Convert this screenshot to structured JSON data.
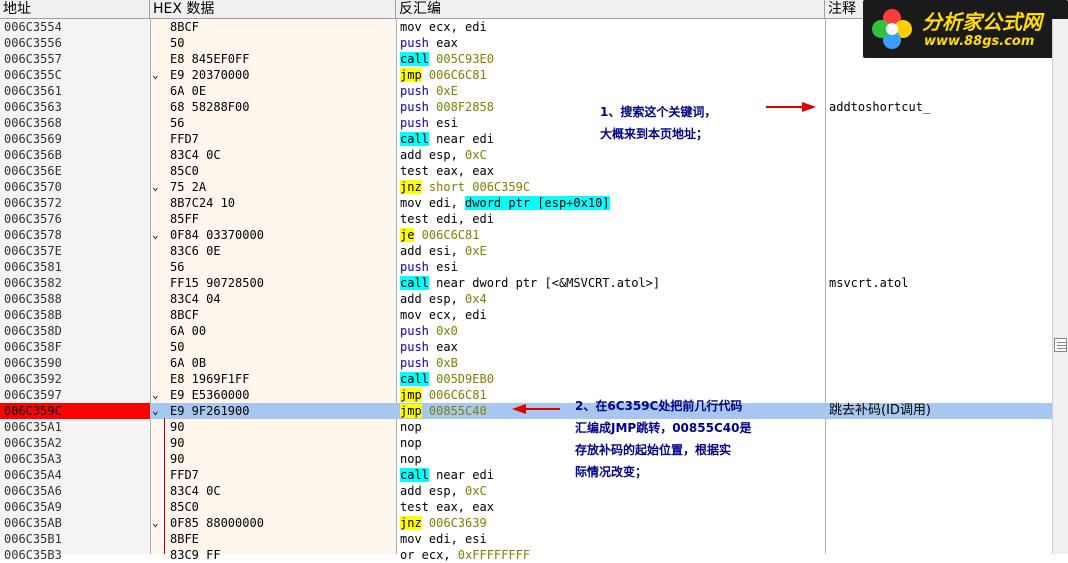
{
  "header": {
    "addr": "地址",
    "hex": "HEX 数据",
    "dis": "反汇编",
    "cmt": "注释"
  },
  "logo": {
    "title": "分析家公式网",
    "url": "www.88gs.com"
  },
  "rows": [
    {
      "addr": "006C3554",
      "arrow": "",
      "hex": "8BCF",
      "dis": [
        [
          "mov ecx, edi",
          ""
        ]
      ],
      "cmt": ""
    },
    {
      "addr": "006C3556",
      "arrow": "",
      "hex": "50",
      "dis": [
        [
          "push",
          "push"
        ],
        [
          " eax",
          ""
        ]
      ],
      "cmt": ""
    },
    {
      "addr": "006C3557",
      "arrow": "",
      "hex": "E8 845EF0FF",
      "dis": [
        [
          "call",
          "call"
        ],
        [
          " 005C93E0",
          "num"
        ]
      ],
      "cmt": ""
    },
    {
      "addr": "006C355C",
      "arrow": "⌄",
      "hex": "E9 20370000",
      "dis": [
        [
          "jmp",
          "jmp"
        ],
        [
          " 006C6C81",
          "num"
        ]
      ],
      "cmt": ""
    },
    {
      "addr": "006C3561",
      "arrow": "",
      "hex": "6A 0E",
      "dis": [
        [
          "push",
          "push"
        ],
        [
          " ",
          ""
        ],
        [
          "0xE",
          "imm"
        ]
      ],
      "cmt": ""
    },
    {
      "addr": "006C3563",
      "arrow": "",
      "hex": "68 58288F00",
      "dis": [
        [
          "push",
          "push"
        ],
        [
          " ",
          ""
        ],
        [
          "008F2858",
          "imm"
        ]
      ],
      "cmt": "addtoshortcut_"
    },
    {
      "addr": "006C3568",
      "arrow": "",
      "hex": "56",
      "dis": [
        [
          "push",
          "push"
        ],
        [
          " esi",
          ""
        ]
      ],
      "cmt": ""
    },
    {
      "addr": "006C3569",
      "arrow": "",
      "hex": "FFD7",
      "dis": [
        [
          "call",
          "call"
        ],
        [
          " near edi",
          ""
        ]
      ],
      "cmt": ""
    },
    {
      "addr": "006C356B",
      "arrow": "",
      "hex": "83C4 0C",
      "dis": [
        [
          "add esp, ",
          ""
        ],
        [
          "0xC",
          "imm"
        ]
      ],
      "cmt": ""
    },
    {
      "addr": "006C356E",
      "arrow": "",
      "hex": "85C0",
      "dis": [
        [
          "test eax, eax",
          ""
        ]
      ],
      "cmt": ""
    },
    {
      "addr": "006C3570",
      "arrow": "⌄",
      "hex": "75 2A",
      "dis": [
        [
          "jnz",
          "jmp"
        ],
        [
          " short 006C359C",
          "num"
        ]
      ],
      "cmt": ""
    },
    {
      "addr": "006C3572",
      "arrow": "",
      "hex": "8B7C24 10",
      "dis": [
        [
          "mov edi, ",
          ""
        ],
        [
          "dword ptr [esp+0x10]",
          "mem"
        ]
      ],
      "cmt": ""
    },
    {
      "addr": "006C3576",
      "arrow": "",
      "hex": "85FF",
      "dis": [
        [
          "test edi, edi",
          ""
        ]
      ],
      "cmt": ""
    },
    {
      "addr": "006C3578",
      "arrow": "⌄",
      "hex": "0F84 03370000",
      "dis": [
        [
          "je",
          "jmp"
        ],
        [
          " 006C6C81",
          "num"
        ]
      ],
      "cmt": ""
    },
    {
      "addr": "006C357E",
      "arrow": "",
      "hex": "83C6 0E",
      "dis": [
        [
          "add esi, ",
          ""
        ],
        [
          "0xE",
          "imm"
        ]
      ],
      "cmt": ""
    },
    {
      "addr": "006C3581",
      "arrow": "",
      "hex": "56",
      "dis": [
        [
          "push",
          "push"
        ],
        [
          " esi",
          ""
        ]
      ],
      "cmt": ""
    },
    {
      "addr": "006C3582",
      "arrow": "",
      "hex": "FF15 90728500",
      "dis": [
        [
          "call",
          "call"
        ],
        [
          " near dword ptr [<&MSVCRT.atol>]",
          ""
        ]
      ],
      "cmt": "msvcrt.atol"
    },
    {
      "addr": "006C3588",
      "arrow": "",
      "hex": "83C4 04",
      "dis": [
        [
          "add esp, ",
          ""
        ],
        [
          "0x4",
          "imm"
        ]
      ],
      "cmt": ""
    },
    {
      "addr": "006C358B",
      "arrow": "",
      "hex": "8BCF",
      "dis": [
        [
          "mov ecx, edi",
          ""
        ]
      ],
      "cmt": ""
    },
    {
      "addr": "006C358D",
      "arrow": "",
      "hex": "6A 00",
      "dis": [
        [
          "push",
          "push"
        ],
        [
          " ",
          ""
        ],
        [
          "0x0",
          "imm"
        ]
      ],
      "cmt": ""
    },
    {
      "addr": "006C358F",
      "arrow": "",
      "hex": "50",
      "dis": [
        [
          "push",
          "push"
        ],
        [
          " eax",
          ""
        ]
      ],
      "cmt": ""
    },
    {
      "addr": "006C3590",
      "arrow": "",
      "hex": "6A 0B",
      "dis": [
        [
          "push",
          "push"
        ],
        [
          " ",
          ""
        ],
        [
          "0xB",
          "imm"
        ]
      ],
      "cmt": ""
    },
    {
      "addr": "006C3592",
      "arrow": "",
      "hex": "E8 1969F1FF",
      "dis": [
        [
          "call",
          "call"
        ],
        [
          " 005D9EB0",
          "num"
        ]
      ],
      "cmt": ""
    },
    {
      "addr": "006C3597",
      "arrow": "⌄",
      "hex": "E9 E5360000",
      "dis": [
        [
          "jmp",
          "jmp"
        ],
        [
          " 006C6C81",
          "num"
        ]
      ],
      "cmt": ""
    },
    {
      "addr": "006C359C",
      "arrow": "⌄",
      "hex": "E9 9F261900",
      "dis": [
        [
          "jmp",
          "jmp"
        ],
        [
          " 00855C40",
          "num"
        ]
      ],
      "cmt": "跳去补码(ID调用)",
      "selected": true
    },
    {
      "addr": "006C35A1",
      "arrow": "",
      "hex": "90",
      "dis": [
        [
          "nop",
          ""
        ]
      ],
      "cmt": ""
    },
    {
      "addr": "006C35A2",
      "arrow": "",
      "hex": "90",
      "dis": [
        [
          "nop",
          ""
        ]
      ],
      "cmt": ""
    },
    {
      "addr": "006C35A3",
      "arrow": "",
      "hex": "90",
      "dis": [
        [
          "nop",
          ""
        ]
      ],
      "cmt": ""
    },
    {
      "addr": "006C35A4",
      "arrow": "",
      "hex": "FFD7",
      "dis": [
        [
          "call",
          "call"
        ],
        [
          " near edi",
          ""
        ]
      ],
      "cmt": ""
    },
    {
      "addr": "006C35A6",
      "arrow": "",
      "hex": "83C4 0C",
      "dis": [
        [
          "add esp, ",
          ""
        ],
        [
          "0xC",
          "imm"
        ]
      ],
      "cmt": ""
    },
    {
      "addr": "006C35A9",
      "arrow": "",
      "hex": "85C0",
      "dis": [
        [
          "test eax, eax",
          ""
        ]
      ],
      "cmt": ""
    },
    {
      "addr": "006C35AB",
      "arrow": "⌄",
      "hex": "0F85 88000000",
      "dis": [
        [
          "jnz",
          "jmp"
        ],
        [
          " 006C3639",
          "num"
        ]
      ],
      "cmt": ""
    },
    {
      "addr": "006C35B1",
      "arrow": "",
      "hex": "8BFE",
      "dis": [
        [
          "mov edi, esi",
          ""
        ]
      ],
      "cmt": ""
    },
    {
      "addr": "006C35B3",
      "arrow": "",
      "hex": "83C9 FF",
      "dis": [
        [
          "or ecx, ",
          ""
        ],
        [
          "0xFFFFFFFF",
          "imm"
        ]
      ],
      "cmt": ""
    }
  ],
  "notes": {
    "note1": [
      "1、搜索这个关键词，",
      "大概来到本页地址；"
    ],
    "note2": [
      "2、在6C359C处把前几行代码",
      "汇编成JMP跳转，00855C40是",
      "存放补码的起始位置，根据实",
      "际情况改变；"
    ]
  },
  "colors": {
    "selected_addr": "#ff0000",
    "selected_row": "#a6c8f0",
    "call_bg": "#00ffff",
    "jmp_bg": "#ffff00",
    "annotation": "#00008b",
    "arrow": "#e00000"
  }
}
